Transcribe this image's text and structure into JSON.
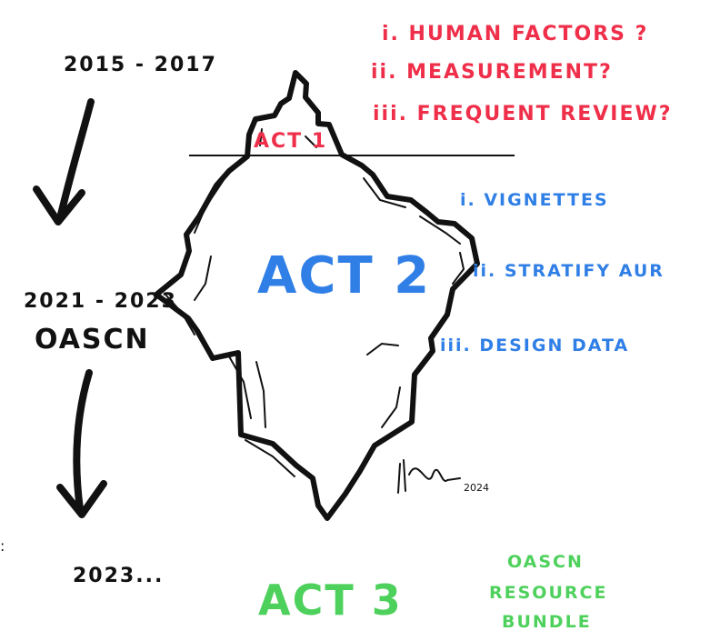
{
  "colors": {
    "red": "#ef2f4a",
    "blue": "#2f7fe6",
    "green": "#4ed15c",
    "ink": "#111111"
  },
  "timeline": {
    "period1": "2015 - 2017",
    "period2": "2021 - 2023",
    "period2_name": "OASCN",
    "period3": "2023..."
  },
  "iceberg": {
    "tip_label": "ACT 1",
    "body_label": "ACT 2"
  },
  "act1_questions": [
    "i. HUMAN FACTORS ?",
    "ii. MEASUREMENT?",
    "iii. FREQUENT REVIEW?"
  ],
  "act2_items": [
    "i.  VIGNETTES",
    "ii. STRATIFY AUR",
    "iii. DESIGN DATA"
  ],
  "act3": {
    "label": "ACT 3",
    "resource_lines": [
      "OASCN",
      "RESOURCE",
      "BUNDLE"
    ]
  },
  "signature": {
    "year": "2024"
  }
}
